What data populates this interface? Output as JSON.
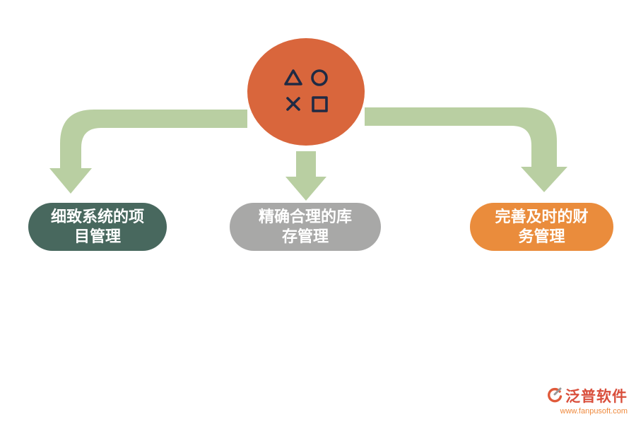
{
  "diagram": {
    "hub": {
      "color": "#d9663c",
      "icon": "controller-buttons-icon",
      "icon_color": "#1f2a44"
    },
    "arrow_color": "#b9cfa2",
    "nodes": [
      {
        "label": "细致系统的项目管理",
        "color": "#48685e"
      },
      {
        "label": "精确合理的库存管理",
        "color": "#a8a8a7"
      },
      {
        "label": "完善及时的财务管理",
        "color": "#ea8c3c"
      }
    ]
  },
  "watermark": {
    "brand": "泛普软件",
    "url": "www.fanpusoft.com",
    "brand_color": "#d94f3c",
    "url_color": "#ef8a3e"
  }
}
